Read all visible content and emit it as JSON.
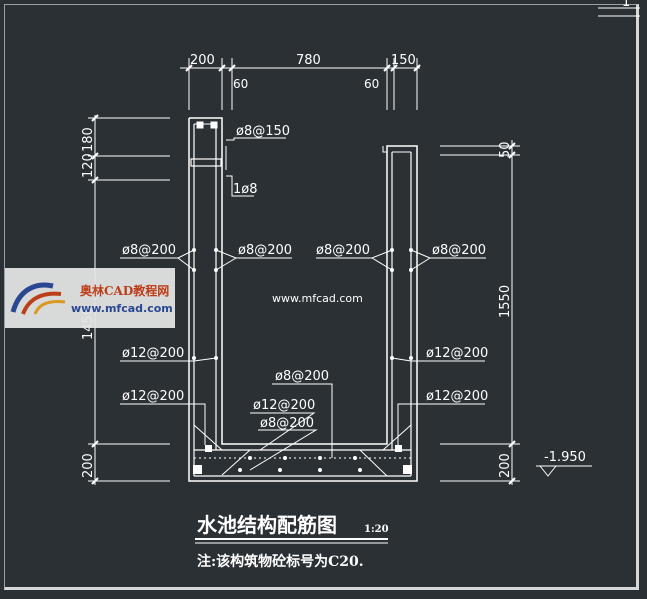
{
  "drawing": {
    "dims_top": {
      "left_wall": "200",
      "opening": "780",
      "right_wall": "150",
      "cover_left": "60",
      "cover_right": "60"
    },
    "dims_left": {
      "top1": "180",
      "top2": "120",
      "height": "1450",
      "base": "200"
    },
    "dims_right": {
      "top": "50",
      "height": "1550",
      "base": "200"
    },
    "labels": {
      "top_bar": "ø8@150",
      "top_bar2": "1ø8",
      "wall_left_outer": "ø8@200",
      "wall_left_inner": "ø8@200",
      "wall_right_inner": "ø8@200",
      "wall_right_outer": "ø8@200",
      "vert_left": "ø12@200",
      "vert_right": "ø12@200",
      "base_left": "ø12@200",
      "base_right": "ø12@200",
      "slab_top_dist": "ø8@200",
      "slab_main": "ø12@200",
      "slab_bottom_dist": "ø8@200"
    },
    "elevation": "-1.950",
    "watermark": "www.mfcad.com",
    "title": "水池结构配筋图",
    "scale": "1:20",
    "note": "注:该构筑物砼标号为C20.",
    "corner_mark": "1"
  },
  "logo": {
    "cn": "奥林CAD教程网",
    "en": "www.mfcad.com"
  },
  "colors": {
    "background": "#2b3034",
    "lines": "#ffffff",
    "logo_bg": "#e6e6e6"
  }
}
